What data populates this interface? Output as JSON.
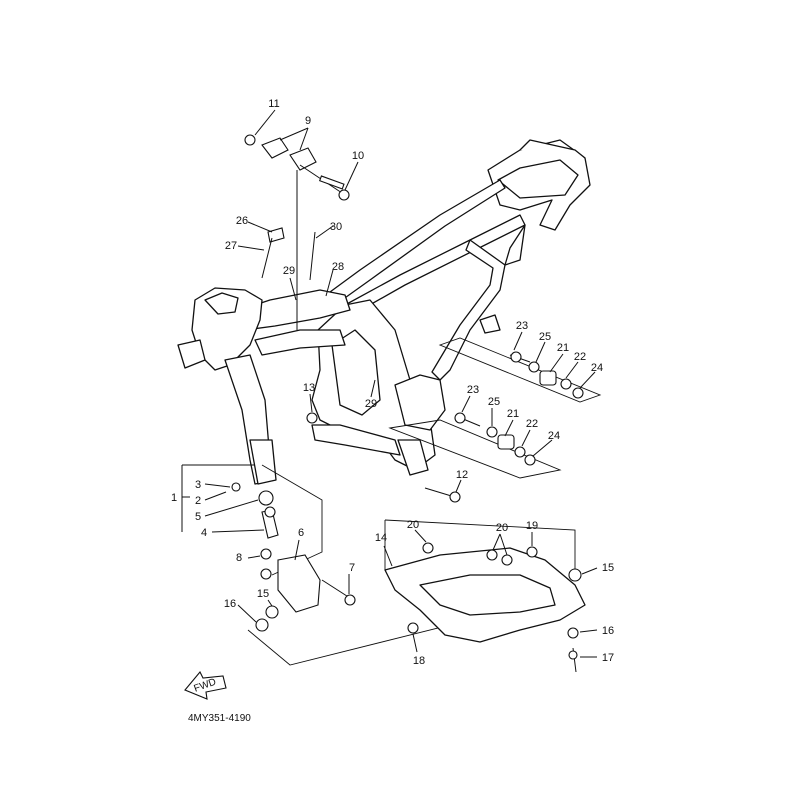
{
  "diagram": {
    "code": "4MY351-4190",
    "fwd_label": "FWD",
    "callouts": [
      "1",
      "2",
      "3",
      "4",
      "5",
      "6",
      "7",
      "8",
      "9",
      "10",
      "11",
      "12",
      "13",
      "14",
      "15",
      "16",
      "17",
      "18",
      "19",
      "20",
      "21",
      "22",
      "23",
      "24",
      "25",
      "26",
      "27",
      "28",
      "29",
      "30"
    ]
  }
}
